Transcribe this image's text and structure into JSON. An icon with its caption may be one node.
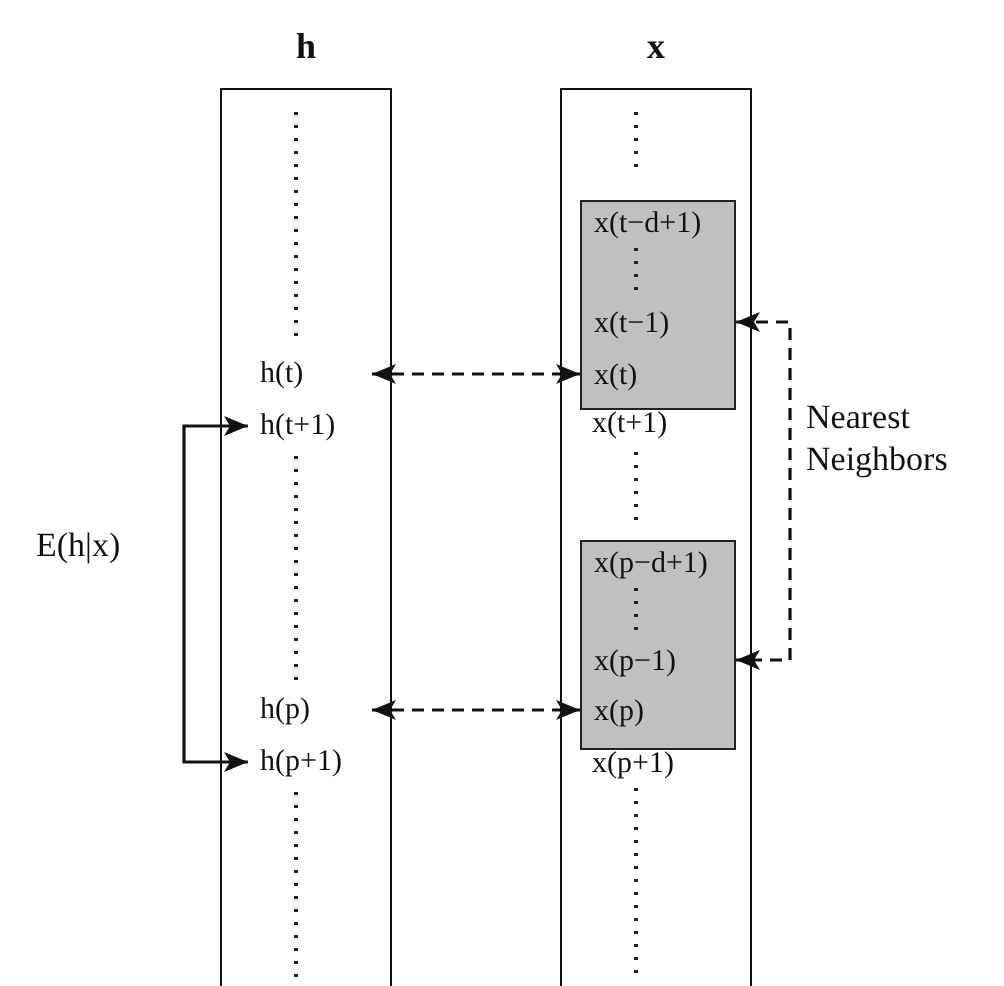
{
  "diagram": {
    "nodes": [
      {
        "text": [
          "h"
        ]
      },
      {
        "text": [
          "h(t)"
        ],
        "in": 0
      },
      {
        "text": [
          "h(t+1)"
        ],
        "in": 0
      },
      {
        "text": [
          "h(p)"
        ],
        "in": 0
      },
      {
        "text": [
          "h(p+1)"
        ],
        "in": 0
      },
      {
        "text": [
          "x"
        ]
      },
      {
        "text": [],
        "shape": "box",
        "in": 5
      },
      {
        "text": [
          "x(t−d+1)"
        ],
        "in": 6
      },
      {
        "text": [
          "x(t−1)"
        ],
        "in": 6
      },
      {
        "text": [
          "x(t)"
        ],
        "in": 6
      },
      {
        "text": [
          "x(t+1)"
        ],
        "in": 5
      },
      {
        "text": [],
        "shape": "box",
        "in": 5
      },
      {
        "text": [
          "x(p−d+1)"
        ],
        "in": 11
      },
      {
        "text": [
          "x(p−1)"
        ],
        "in": 11
      },
      {
        "text": [
          "x(p)"
        ],
        "in": 11
      },
      {
        "text": [
          "x(p+1)"
        ],
        "in": 5
      }
    ],
    "edges": [
      {
        "from": 2,
        "to": 4,
        "arrow": "both",
        "label": "E(h|x)"
      },
      {
        "from": 1,
        "to": 9,
        "arrow": "both",
        "style": "dashed"
      },
      {
        "from": 3,
        "to": 14,
        "arrow": "both",
        "style": "dashed"
      },
      {
        "from": 8,
        "to": 13,
        "arrow": "both",
        "style": "dashed",
        "label": "Nearest Neighbors"
      }
    ]
  }
}
